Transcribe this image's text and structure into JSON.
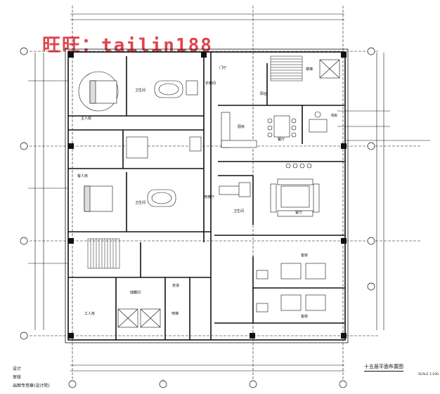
{
  "watermark": "旺旺：tailin188",
  "title_block": {
    "line1": "设计",
    "line2": "审核",
    "line3": "出图专用章(设计院)"
  },
  "drawing_title": "十五层平面布置图",
  "drawing_scale": "SCALE 1:100",
  "colors": {
    "line": "#111111",
    "grid": "#222222",
    "watermark": "#e0454c",
    "room_fill": "#ffffff"
  },
  "room_labels": {
    "master_bedroom_1": "主人房",
    "master_bath_1": "卫生间",
    "dressing_1": "衣帽间",
    "bedroom_2": "客人房",
    "master_bath_2": "卫生间",
    "study": "书房",
    "dining": "餐厅",
    "kitchen": "厨房",
    "living": "客厅",
    "guest_bath": "卫生间",
    "lift_lobby": "电梯厅",
    "stair": "楼梯",
    "elevator": "电梯",
    "corridor": "走道",
    "guest_room_a": "客房",
    "guest_room_b": "客房",
    "utility": "工人房",
    "storage": "储藏间",
    "balcony": "阳台",
    "entrance": "门厅"
  }
}
